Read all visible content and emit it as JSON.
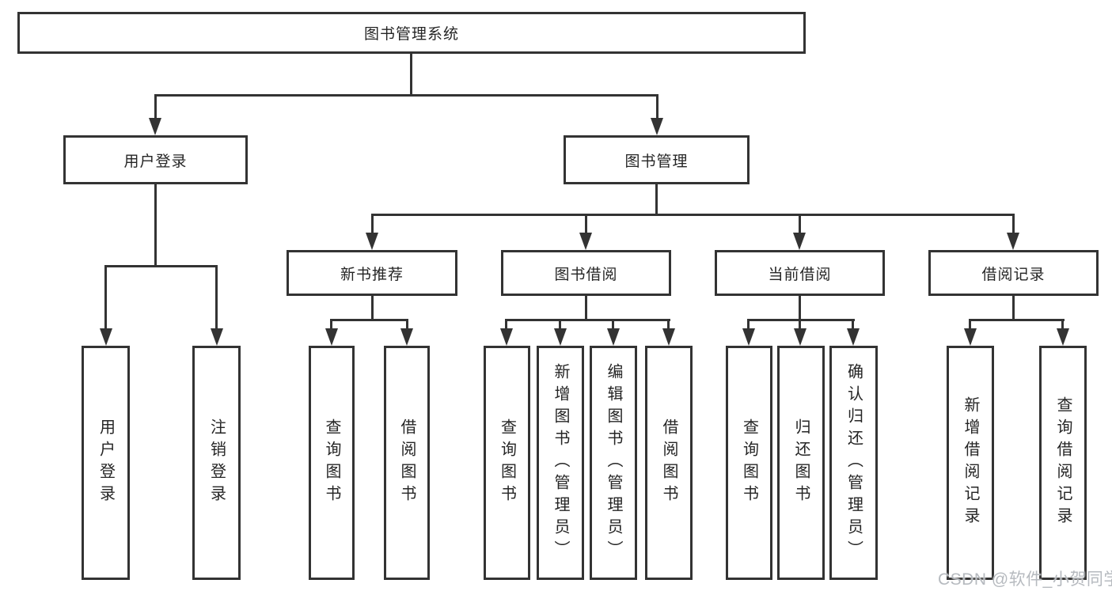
{
  "tree": {
    "label": "图书管理系统",
    "children": [
      {
        "label": "用户登录",
        "children": [
          {
            "label": "用户登录"
          },
          {
            "label": "注销登录"
          }
        ]
      },
      {
        "label": "图书管理",
        "children": [
          {
            "label": "新书推荐",
            "children": [
              {
                "label": "查询图书"
              },
              {
                "label": "借阅图书"
              }
            ]
          },
          {
            "label": "图书借阅",
            "children": [
              {
                "label": "查询图书"
              },
              {
                "label": "新增图书（管理员）"
              },
              {
                "label": "编辑图书（管理员）"
              },
              {
                "label": "借阅图书"
              }
            ]
          },
          {
            "label": "当前借阅",
            "children": [
              {
                "label": "查询图书"
              },
              {
                "label": "归还图书"
              },
              {
                "label": "确认归还（管理员）"
              }
            ]
          },
          {
            "label": "借阅记录",
            "children": [
              {
                "label": "新增借阅记录"
              },
              {
                "label": "查询借阅记录"
              }
            ]
          }
        ]
      }
    ]
  },
  "watermark": {
    "text": "CSDN @软件_小贺同学"
  },
  "colors": {
    "background": "#ffffff",
    "line": "#333333",
    "box_border": "#333333",
    "text": "#252525",
    "watermark": "#b6babf"
  }
}
